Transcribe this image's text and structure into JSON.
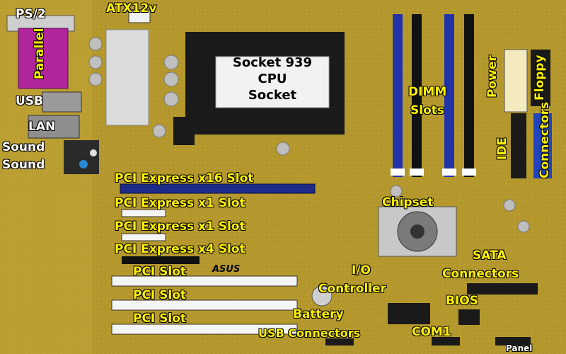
{
  "colors": {
    "board": "#b89b2c",
    "label_yellow": "#fff200",
    "dimm_blue": "#2233aa",
    "dimm_black": "#111111",
    "parallel_magenta": "#b0259b",
    "socket_white": "#f2f2f2"
  },
  "labels": {
    "ps2": "PS/2",
    "atx12v": "ATX12v",
    "parallel": "Parallel",
    "usb": "USB",
    "lan": "LAN",
    "sound1": "Sound",
    "sound2": "Sound",
    "socket_line1": "Socket 939",
    "socket_line2": "CPU",
    "socket_line3": "Socket",
    "dimm_line1": "DIMM",
    "dimm_line2": "Slots",
    "power": "Power",
    "floppy": "Floppy",
    "ide": "IDE",
    "connectors": "Connectors",
    "pcie_x16": "PCI Express x16 Slot",
    "pcie_x1_a": "PCI Express x1 Slot",
    "pcie_x1_b": "PCI Express x1 Slot",
    "pcie_x4": "PCI Express x4 Slot",
    "chipset": "Chipset",
    "pci1": "PCI Slot",
    "pci2": "PCI Slot",
    "pci3": "PCI Slot",
    "io_line1": "I/O",
    "io_line2": "Controller",
    "sata_line1": "SATA",
    "sata_line2": "Connectors",
    "bios": "BIOS",
    "battery": "Battery",
    "usb_connectors": "USB Connectors",
    "com1": "COM1",
    "panel": "Panel",
    "asus": "ASUS"
  }
}
